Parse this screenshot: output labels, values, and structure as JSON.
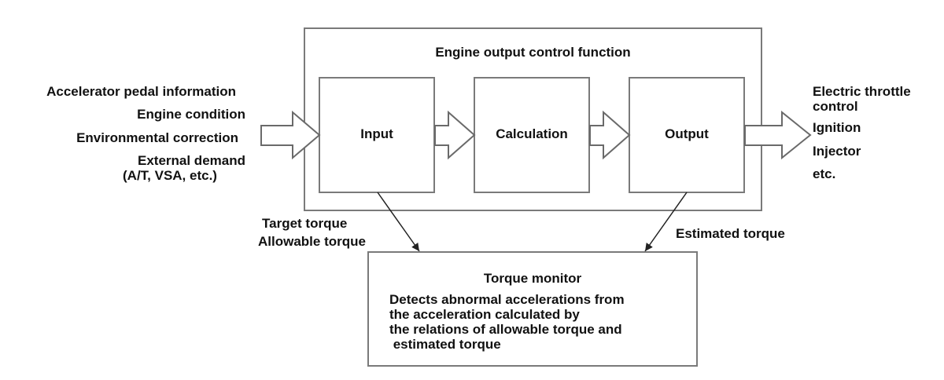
{
  "outer_box": {
    "title": "Engine output control function"
  },
  "stages": [
    {
      "label": "Input"
    },
    {
      "label": "Calculation"
    },
    {
      "label": "Output"
    }
  ],
  "inputs": [
    "Accelerator pedal information",
    "Engine condition",
    "Environmental correction",
    "External demand",
    "(A/T, VSA, etc.)"
  ],
  "outputs": [
    "Electric throttle",
    "control",
    "Ignition",
    "Injector",
    "etc."
  ],
  "links": {
    "input_to_monitor": [
      "Target torque",
      "Allowable torque"
    ],
    "output_to_monitor": "Estimated torque"
  },
  "monitor": {
    "title": "Torque monitor",
    "description": [
      "Detects abnormal accelerations from",
      "the acceleration calculated by",
      "the relations of allowable torque and",
      " estimated torque"
    ]
  },
  "colors": {
    "box_stroke": "#7a7a7a",
    "arrow_stroke": "#6a6a6a",
    "text": "#111111"
  }
}
